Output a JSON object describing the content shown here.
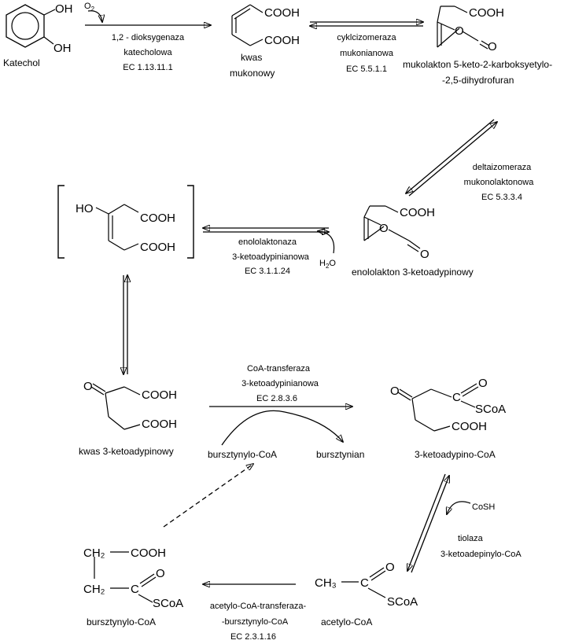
{
  "compounds": {
    "katechol": {
      "name": "Katechol",
      "oh1": "OH",
      "oh2": "OH"
    },
    "kwas_mukonowy": {
      "name1": "kwas",
      "name2": "mukonowy",
      "cooh1": "COOH",
      "cooh2": "COOH"
    },
    "mukolakton": {
      "name1": "mukolakton 5-keto-2-karboksyetylo-",
      "name2": "-2,5-dihydrofuran",
      "cooh": "COOH",
      "o_ring": "O",
      "o_keto": "O"
    },
    "enol_intermediate": {
      "ho": "HO",
      "cooh1": "COOH",
      "cooh2": "COOH"
    },
    "enololakton": {
      "name": "enololakton 3-ketoadypinowy",
      "cooh": "COOH",
      "o_ring": "O",
      "o_keto": "O"
    },
    "kwas_3_ketoadypinowy": {
      "name": "kwas 3-ketoadypinowy",
      "o": "O",
      "cooh1": "COOH",
      "cooh2": "COOH"
    },
    "ketoadypino_coa": {
      "name": "3-ketoadypino-CoA",
      "o_keto": "O",
      "c": "C",
      "o_thio": "O",
      "scoa": "SCoA",
      "cooh": "COOH"
    },
    "acetylo_coa": {
      "name": "acetylo-CoA",
      "ch3": "CH₃",
      "c": "C",
      "o": "O",
      "scoa": "SCoA"
    },
    "bursztynylo_coa": {
      "name": "bursztynylo-CoA",
      "ch2_1": "CH₂",
      "cooh": "COOH",
      "ch2_2": "CH₂",
      "c": "C",
      "o": "O",
      "scoa": "SCoA"
    }
  },
  "enzymes": {
    "dioksygenaza": {
      "line1": "1,2 - dioksygenaza",
      "line2": "katecholowa",
      "ec": "EC 1.13.11.1",
      "cofactor_main": "O",
      "cofactor_sub": "2"
    },
    "cykloizomeraza": {
      "line1": "cyklcizomeraza",
      "line2": "mukonianowa",
      "ec": "EC 5.5.1.1"
    },
    "deltaizomeraza": {
      "line1": "deltaizomeraza",
      "line2": "mukonolaktonowa",
      "ec": "EC 5.3.3.4"
    },
    "enololaktonaza": {
      "line1": "enololaktonaza",
      "line2": "3-ketoadypinianowa",
      "ec": "EC 3.1.1.24",
      "cofactor_main": "H",
      "cofactor_sub": "2",
      "cofactor_end": "O"
    },
    "coa_transferaza": {
      "line1": "CoA-transferaza",
      "line2": "3-ketoadypinianowa",
      "ec": "EC 2.8.3.6",
      "substrate": "bursztynylo-CoA",
      "product": "bursztynian"
    },
    "tiolaza": {
      "line1": "tiolaza",
      "line2": "3-ketoadepinylo-CoA",
      "cofactor": "CoSH"
    },
    "acetylo_transferaza": {
      "line1": "acetylo-CoA-transferaza-",
      "line2": "-bursztynylo-CoA",
      "ec": "EC 2.3.1.16"
    }
  }
}
